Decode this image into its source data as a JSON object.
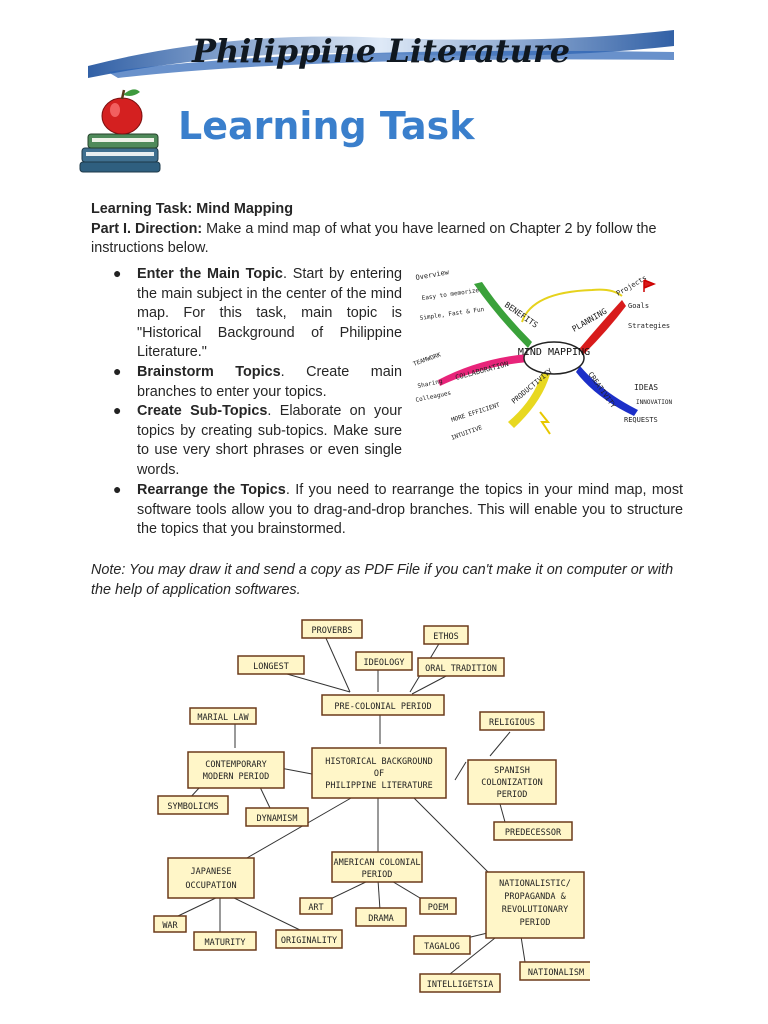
{
  "banner": {
    "title": "Philippine Literature"
  },
  "header": {
    "title": "Learning Task"
  },
  "task": {
    "heading": "Learning Task: Mind Mapping",
    "part_label": "Part I. Direction:",
    "direction": " Make a mind map of what you have learned on Chapter 2 by follow the instructions below.",
    "bullets": [
      {
        "term": "Enter the Main Topic",
        "text": ". Start by entering the main subject in the center of the mind map. For this task, main topic is \"Historical Background of Philippine Literature.\""
      },
      {
        "term": "Brainstorm Topics",
        "text": ". Create main branches to enter your topics."
      },
      {
        "term": "Create Sub-Topics",
        "text": ". Elaborate on your topics by creating sub-topics. Make sure to use very short phrases or even single words."
      },
      {
        "term": "Rearrange the Topics",
        "text": ". If you need to rearrange the topics in your mind map, most software tools allow you to drag-and-drop branches. This will enable you to structure the topics that you brainstormed."
      }
    ],
    "note": "Note: You may draw it and send a copy as PDF File if you can't make it on computer or with the help of application softwares."
  },
  "sample_map": {
    "center": "MIND MAPPING",
    "branches": [
      "BENEFITS",
      "PLANNING",
      "CREATIVITY",
      "PRODUCTIVITY",
      "COLLABORATION"
    ],
    "leaves": [
      "Overview",
      "Easy to memorize",
      "Simple, Fast & Fun",
      "Projects",
      "Goals",
      "Strategies",
      "IDEAS",
      "INNOVATION",
      "REQUESTS",
      "MORE EFFICIENT",
      "INTUITIVE",
      "TEAMWORK",
      "Sharing",
      "Colleagues"
    ]
  },
  "hist_map": {
    "center": [
      "HISTORICAL BACKGROUND",
      "OF",
      "PHILIPPINE LITERATURE"
    ],
    "pre": "PRE-COLONIAL PERIOD",
    "proverbs": "PROVERBS",
    "ethos": "ETHOS",
    "longest": "LONGEST",
    "ideology": "IDEOLOGY",
    "oral": "ORAL TRADITION",
    "marial": "MARIAL LAW",
    "contemporary": [
      "CONTEMPORARY",
      "MODERN PERIOD"
    ],
    "symbolisms": "SYMBOLICMS",
    "dynamism": "DYNAMISM",
    "religious": "RELIGIOUS",
    "spanish": [
      "SPANISH",
      "COLONIZATION",
      "PERIOD"
    ],
    "predecessor": "PREDECESSOR",
    "japanese": [
      "JAPANESE",
      "OCCUPATION"
    ],
    "war": "WAR",
    "maturity": "MATURITY",
    "originality": "ORIGINALITY",
    "american": [
      "AMERICAN COLONIAL",
      "PERIOD"
    ],
    "art": "ART",
    "drama": "DRAMA",
    "poem": "POEM",
    "nationalistic": [
      "NATIONALISTIC/",
      "PROPAGANDA &",
      "REVOLUTIONARY",
      "PERIOD"
    ],
    "tagalog": "TAGALOG",
    "nationalism": "NATIONALISM",
    "intelligetsia": "INTELLIGETSIA"
  }
}
